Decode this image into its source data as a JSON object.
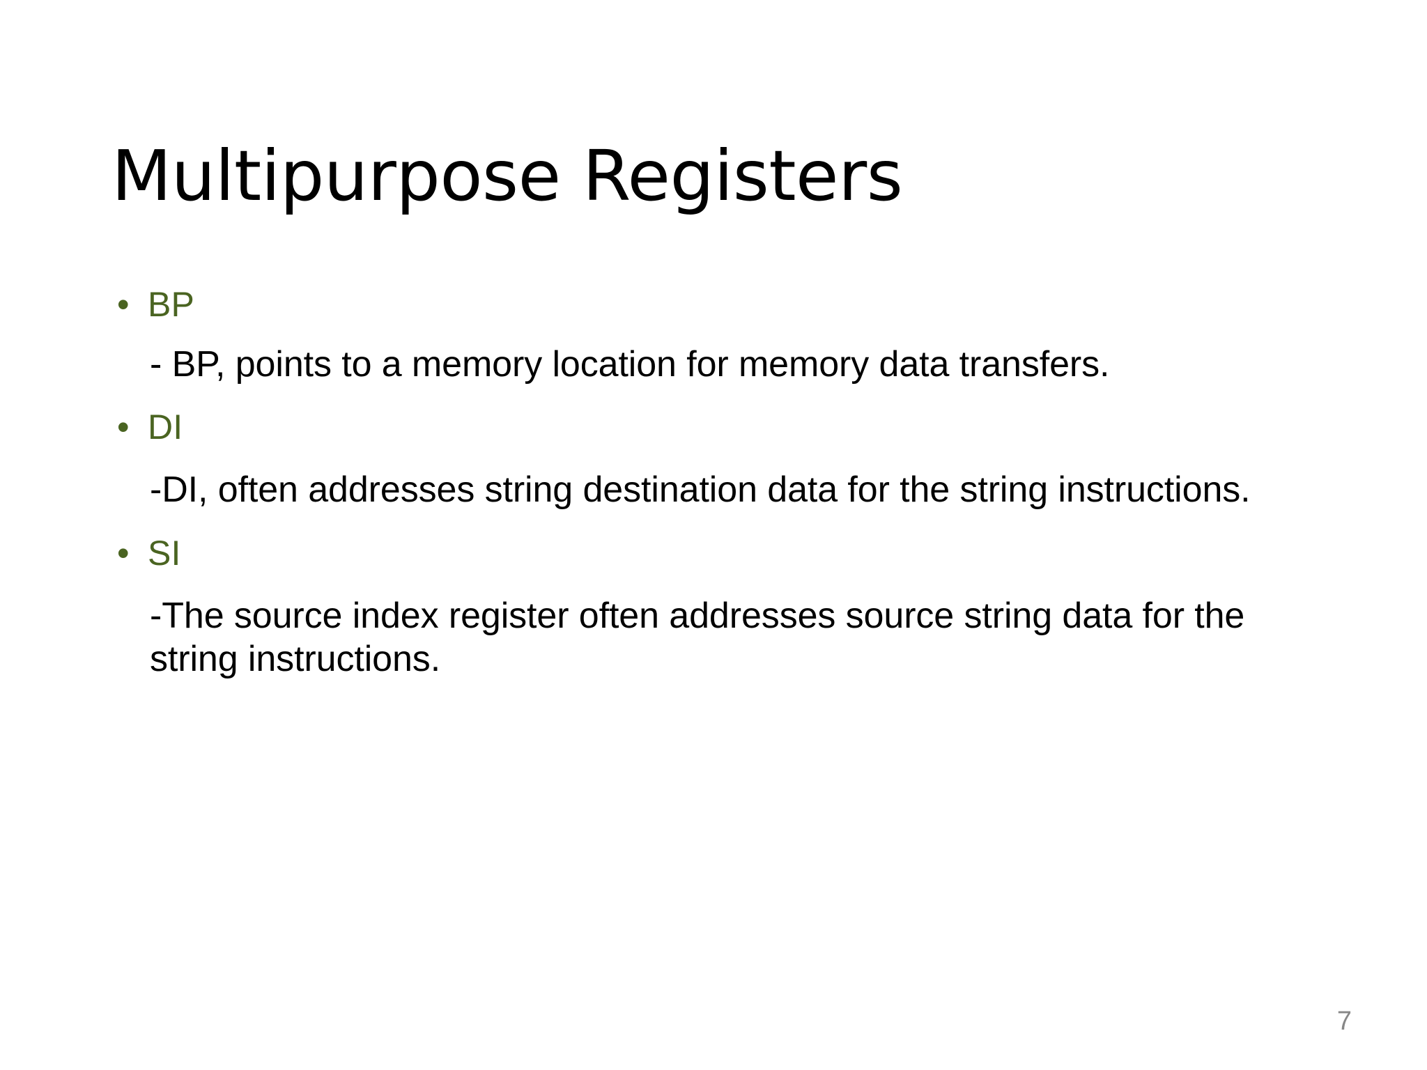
{
  "slide": {
    "title": "Multipurpose Registers",
    "page_number": "7",
    "accent_color": "#4a6421",
    "body_color": "#000000",
    "page_number_color": "#878787",
    "background_color": "#ffffff",
    "bullet_glyph": "•"
  },
  "content": {
    "items": [
      {
        "label": "BP",
        "description": "- BP, points to a memory location for memory data transfers."
      },
      {
        "label": "DI",
        "description": "-DI, often addresses string destination data for the string instructions."
      },
      {
        "label": "SI",
        "description": "-The source index register often addresses source string data for the string instructions."
      }
    ]
  }
}
